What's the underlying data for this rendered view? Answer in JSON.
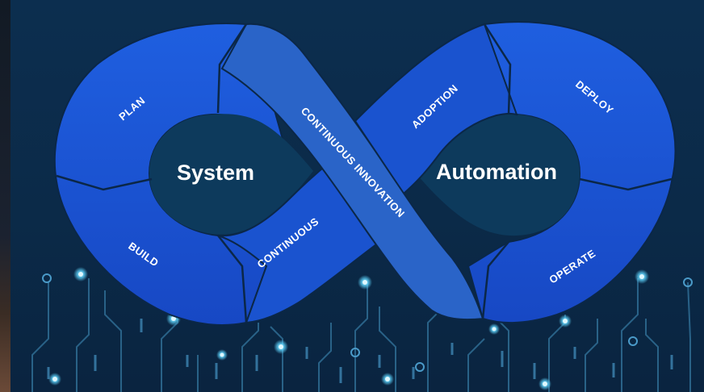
{
  "diagram": {
    "core_labels": {
      "left": "System",
      "right": "Automation"
    },
    "segments": {
      "plan": "PLAN",
      "build": "BUILD",
      "continuous": "CONTINUOUS",
      "continuous_innovation": "CONTINUOUS INNOVATION",
      "adoption": "ADOPTION",
      "deploy": "DEPLOY",
      "operate": "OPERATE"
    }
  },
  "colors": {
    "background": "#0b2a48",
    "segment_blue": "#1a56d6",
    "band_blue": "#2a64c8",
    "inner_hole": "#0d3a5c",
    "circuit_glow": "#5fd6ff"
  }
}
